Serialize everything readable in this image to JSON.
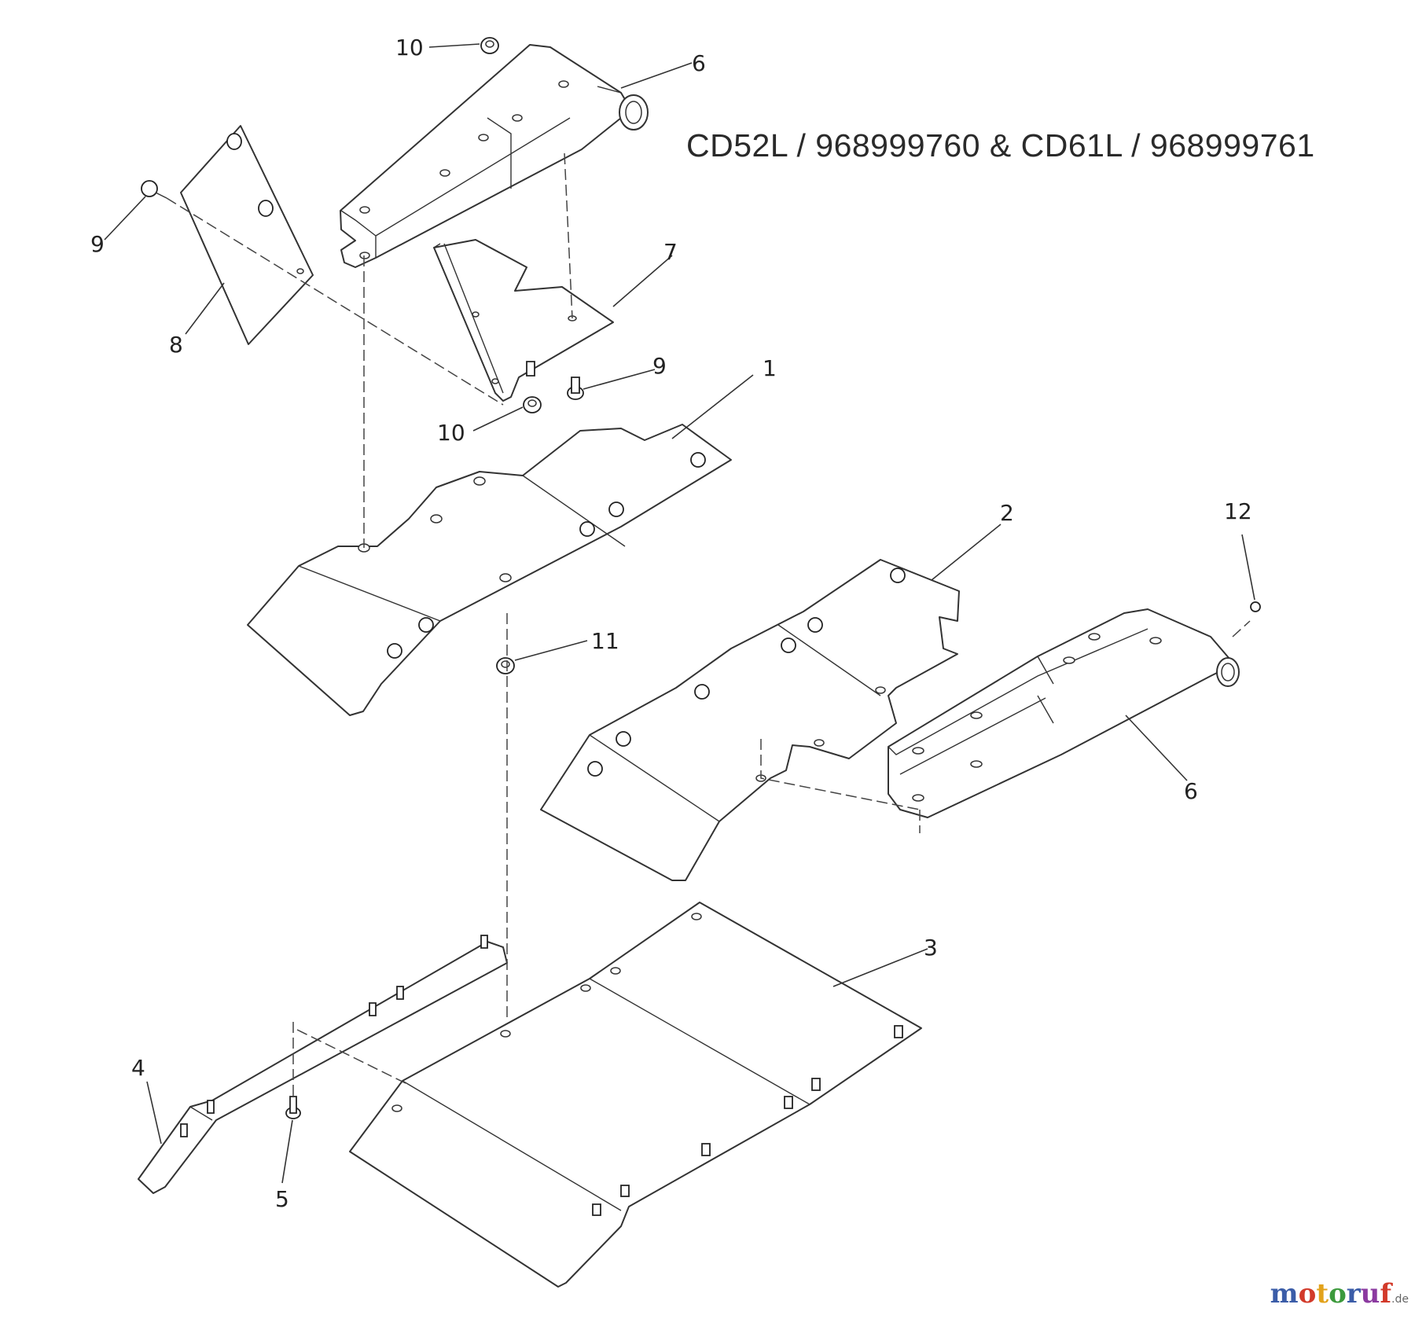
{
  "title": "CD52L / 968999760 & CD61L / 968999761",
  "callouts": [
    {
      "id": "c10a",
      "text": "10"
    },
    {
      "id": "c6a",
      "text": "6"
    },
    {
      "id": "c9a",
      "text": "9"
    },
    {
      "id": "c8",
      "text": "8"
    },
    {
      "id": "c7",
      "text": "7"
    },
    {
      "id": "c9b",
      "text": "9"
    },
    {
      "id": "c1",
      "text": "1"
    },
    {
      "id": "c10b",
      "text": "10"
    },
    {
      "id": "c2",
      "text": "2"
    },
    {
      "id": "c12",
      "text": "12"
    },
    {
      "id": "c11",
      "text": "11"
    },
    {
      "id": "c6b",
      "text": "6"
    },
    {
      "id": "c3",
      "text": "3"
    },
    {
      "id": "c4",
      "text": "4"
    },
    {
      "id": "c5",
      "text": "5"
    }
  ],
  "watermark": {
    "letters": [
      "m",
      "o",
      "t",
      "o",
      "r",
      "u",
      "f"
    ],
    "colors": [
      "#3b5da8",
      "#d23a2a",
      "#e2a21b",
      "#3c9a3c",
      "#3b5da8",
      "#8b3aa0",
      "#d23a2a"
    ],
    "suffix": ".de"
  }
}
